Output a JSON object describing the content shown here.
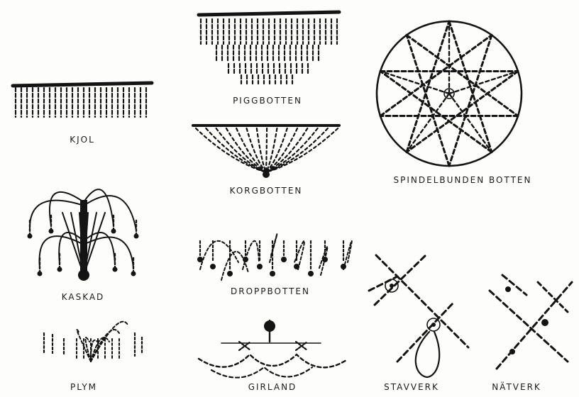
{
  "labels": {
    "kjol": "KJOL",
    "piggbotten": "PIGGBOTTEN",
    "korgbotten": "KORGBOTTEN",
    "spindelbunden_botten": "SPINDELBUNDEN BOTTEN",
    "kaskad": "KASKAD",
    "droppbotten": "DROPPBOTTEN",
    "plym": "PLYM",
    "girland": "GIRLAND",
    "stavverk": "STAVVERK",
    "natverk": "NÄTVERK"
  },
  "colors": {
    "ink": "#141414",
    "paper": "#fdfdfb"
  }
}
